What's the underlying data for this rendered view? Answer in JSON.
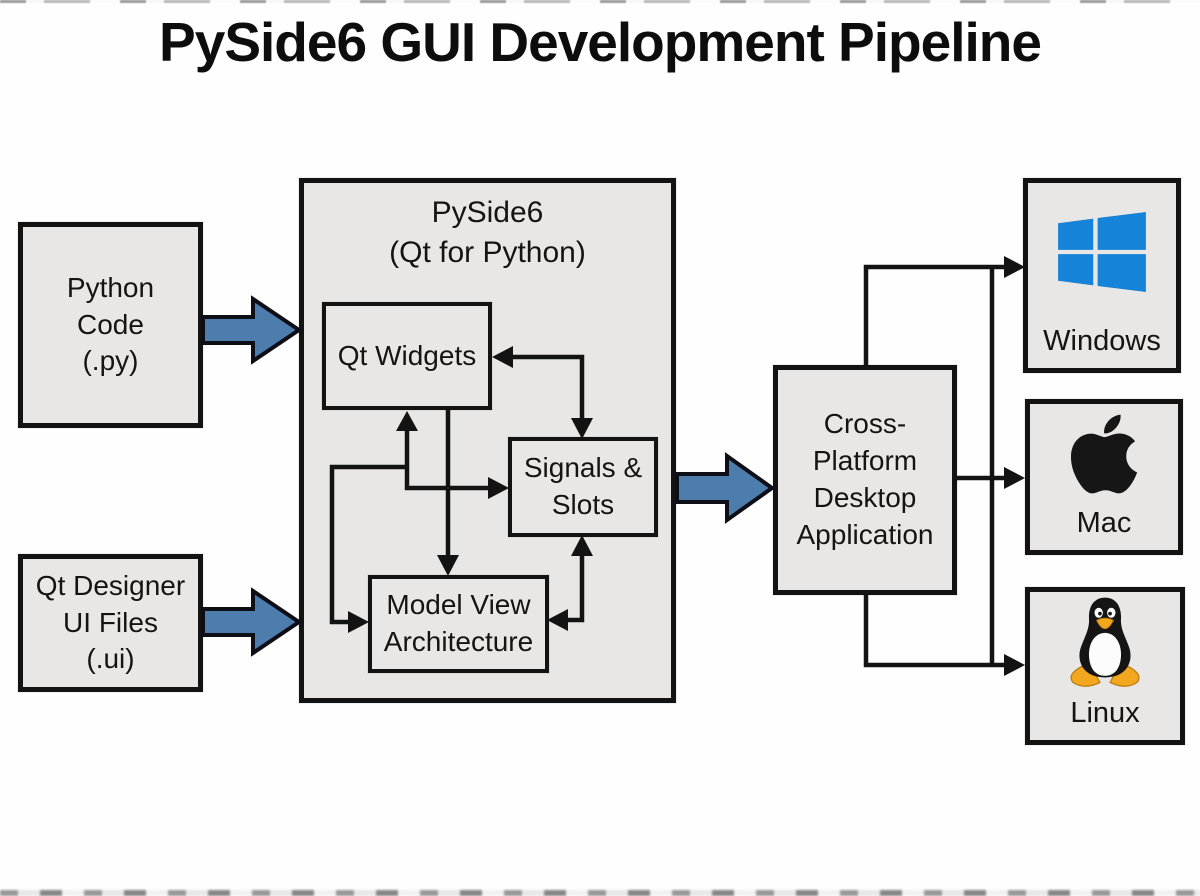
{
  "title": "PySide6 GUI Development Pipeline",
  "nodes": {
    "python_code": {
      "label": "Python\nCode\n(.py)"
    },
    "qt_designer_ui": {
      "label": "Qt Designer\nUI Files\n(.ui)"
    },
    "pyside6": {
      "label": "PySide6\n(Qt for Python)"
    },
    "qt_widgets": {
      "label": "Qt Widgets"
    },
    "signals_slots": {
      "label": "Signals &\nSlots"
    },
    "model_view": {
      "label": "Model View\nArchitecture"
    },
    "cross_platform": {
      "label": "Cross-\nPlatform\nDesktop\nApplication"
    },
    "windows": {
      "label": "Windows",
      "icon": "windows-logo-icon"
    },
    "mac": {
      "label": "Mac",
      "icon": "apple-logo-icon"
    },
    "linux": {
      "label": "Linux",
      "icon": "linux-tux-icon"
    }
  },
  "colors": {
    "page_bg": "#fefefe",
    "box_fill": "#e8e7e5",
    "box_border": "#131313",
    "line_color": "#131313",
    "arrow_blue": "#4d7dad",
    "windows_blue": "#1583d8",
    "tux_orange": "#f2a71e",
    "text_color": "#141414"
  }
}
